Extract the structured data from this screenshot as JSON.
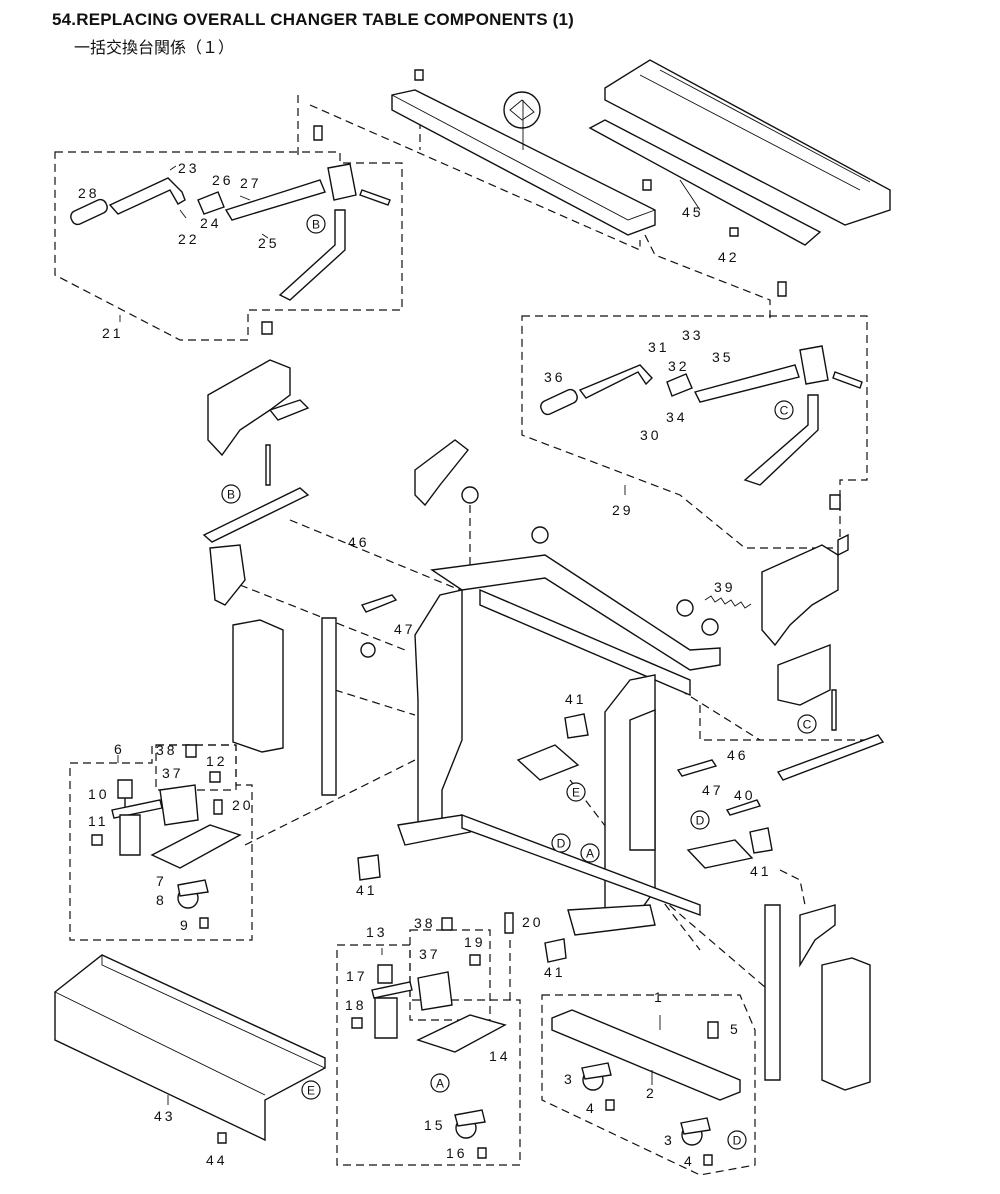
{
  "title": "54.REPLACING OVERALL CHANGER TABLE COMPONENTS (1)",
  "subtitle": "一括交換台関係（１）",
  "callouts": [
    {
      "id": "B1",
      "letter": "B"
    },
    {
      "id": "B2",
      "letter": "B"
    },
    {
      "id": "C1",
      "letter": "C"
    },
    {
      "id": "C2",
      "letter": "C"
    },
    {
      "id": "E1",
      "letter": "E"
    },
    {
      "id": "E2",
      "letter": "E"
    },
    {
      "id": "D1",
      "letter": "D"
    },
    {
      "id": "D2",
      "letter": "D"
    },
    {
      "id": "D3",
      "letter": "D"
    },
    {
      "id": "A1",
      "letter": "A"
    },
    {
      "id": "A2",
      "letter": "A"
    }
  ],
  "parts": [
    {
      "n": "1"
    },
    {
      "n": "2"
    },
    {
      "n": "3"
    },
    {
      "n": "3b",
      "label": "3"
    },
    {
      "n": "4"
    },
    {
      "n": "4b",
      "label": "4"
    },
    {
      "n": "5"
    },
    {
      "n": "6"
    },
    {
      "n": "7"
    },
    {
      "n": "8"
    },
    {
      "n": "9"
    },
    {
      "n": "10"
    },
    {
      "n": "11"
    },
    {
      "n": "12"
    },
    {
      "n": "13"
    },
    {
      "n": "14"
    },
    {
      "n": "15"
    },
    {
      "n": "16"
    },
    {
      "n": "17"
    },
    {
      "n": "18"
    },
    {
      "n": "19"
    },
    {
      "n": "20"
    },
    {
      "n": "20b",
      "label": "20"
    },
    {
      "n": "21"
    },
    {
      "n": "22"
    },
    {
      "n": "23"
    },
    {
      "n": "24"
    },
    {
      "n": "25"
    },
    {
      "n": "26"
    },
    {
      "n": "27"
    },
    {
      "n": "28"
    },
    {
      "n": "29"
    },
    {
      "n": "30"
    },
    {
      "n": "31"
    },
    {
      "n": "32"
    },
    {
      "n": "33"
    },
    {
      "n": "34"
    },
    {
      "n": "35"
    },
    {
      "n": "36"
    },
    {
      "n": "37"
    },
    {
      "n": "37b",
      "label": "37"
    },
    {
      "n": "38"
    },
    {
      "n": "38b",
      "label": "38"
    },
    {
      "n": "39"
    },
    {
      "n": "40"
    },
    {
      "n": "41"
    },
    {
      "n": "41b",
      "label": "41"
    },
    {
      "n": "41c",
      "label": "41"
    },
    {
      "n": "41d",
      "label": "41"
    },
    {
      "n": "42"
    },
    {
      "n": "43"
    },
    {
      "n": "44"
    },
    {
      "n": "45"
    },
    {
      "n": "46"
    },
    {
      "n": "46b",
      "label": "46"
    },
    {
      "n": "47"
    },
    {
      "n": "47b",
      "label": "47"
    }
  ]
}
